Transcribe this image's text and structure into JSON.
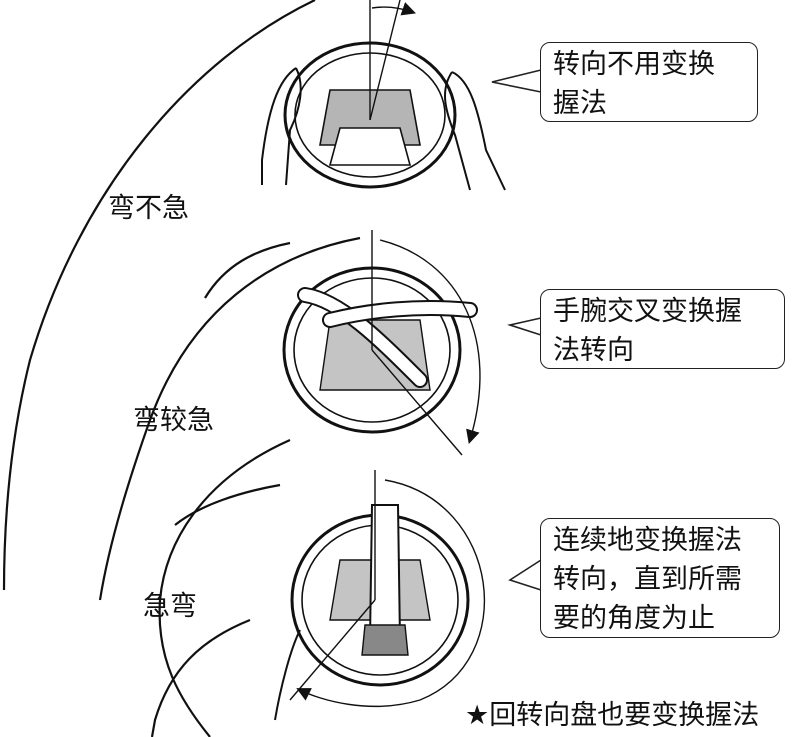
{
  "curve_labels": {
    "mild": "弯不急",
    "medium": "弯较急",
    "sharp": "急弯"
  },
  "callouts": {
    "top": {
      "line1": "转向不用变换",
      "line2": "握法"
    },
    "middle": {
      "line1": "手腕交叉变换握",
      "line2": "法转向"
    },
    "bottom": {
      "line1": "连续地变换握法",
      "line2": "转向，直到所需",
      "line3": "要的角度为止"
    }
  },
  "footnote": {
    "star": "★",
    "text": "回转向盘也要变换握法"
  }
}
